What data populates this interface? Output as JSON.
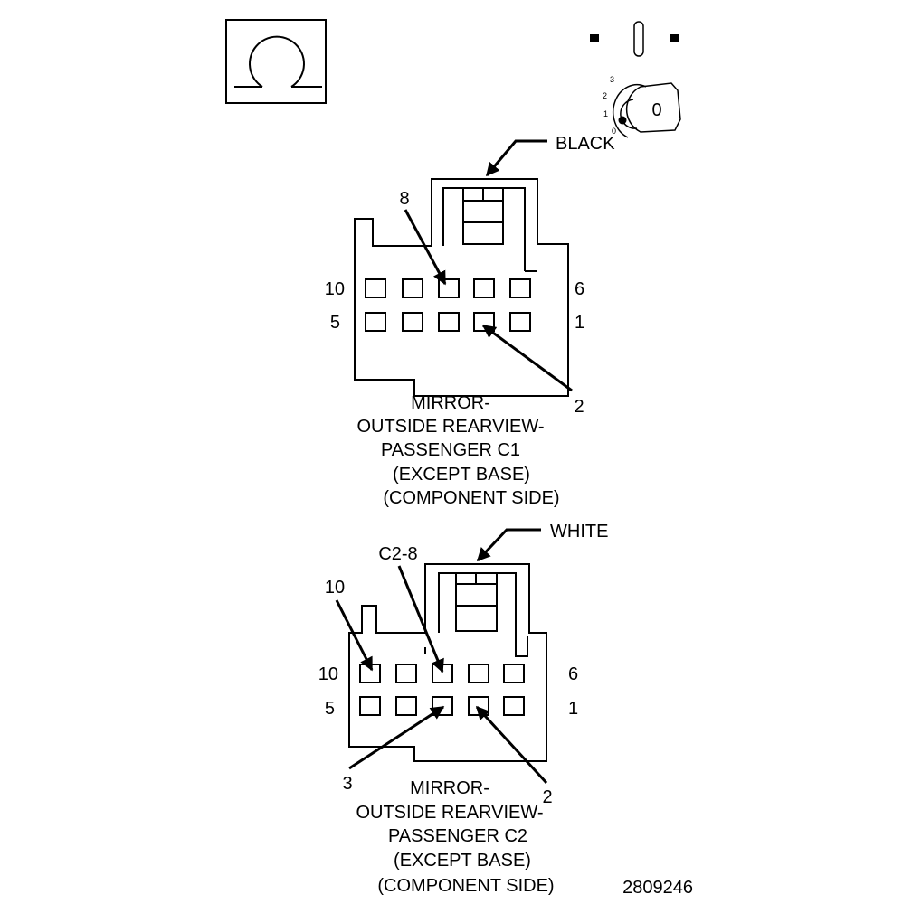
{
  "figure_id": "2809246",
  "icons": {
    "connector_symbol": "omega-connector-icon",
    "ignition": "ignition-key-icon"
  },
  "ignition": {
    "key_label": "0",
    "scale": [
      "3",
      "2",
      "1",
      "0"
    ]
  },
  "connectors": [
    {
      "color_label": "BLACK",
      "pin_labels": {
        "top_left": "10",
        "top_right": "6",
        "bottom_left": "5",
        "bottom_right": "1"
      },
      "callouts": [
        "8",
        "2"
      ],
      "title": [
        "MIRROR-",
        "OUTSIDE REARVIEW-",
        "PASSENGER C1",
        "(EXCEPT BASE)",
        "(COMPONENT SIDE)"
      ]
    },
    {
      "color_label": "WHITE",
      "pin_labels": {
        "top_left": "10",
        "top_right": "6",
        "bottom_left": "5",
        "bottom_right": "1"
      },
      "callouts": [
        "10",
        "C2-8",
        "3",
        "2"
      ],
      "title": [
        "MIRROR-",
        "OUTSIDE REARVIEW-",
        "PASSENGER C2",
        "(EXCEPT BASE)",
        "(COMPONENT SIDE)"
      ]
    }
  ]
}
